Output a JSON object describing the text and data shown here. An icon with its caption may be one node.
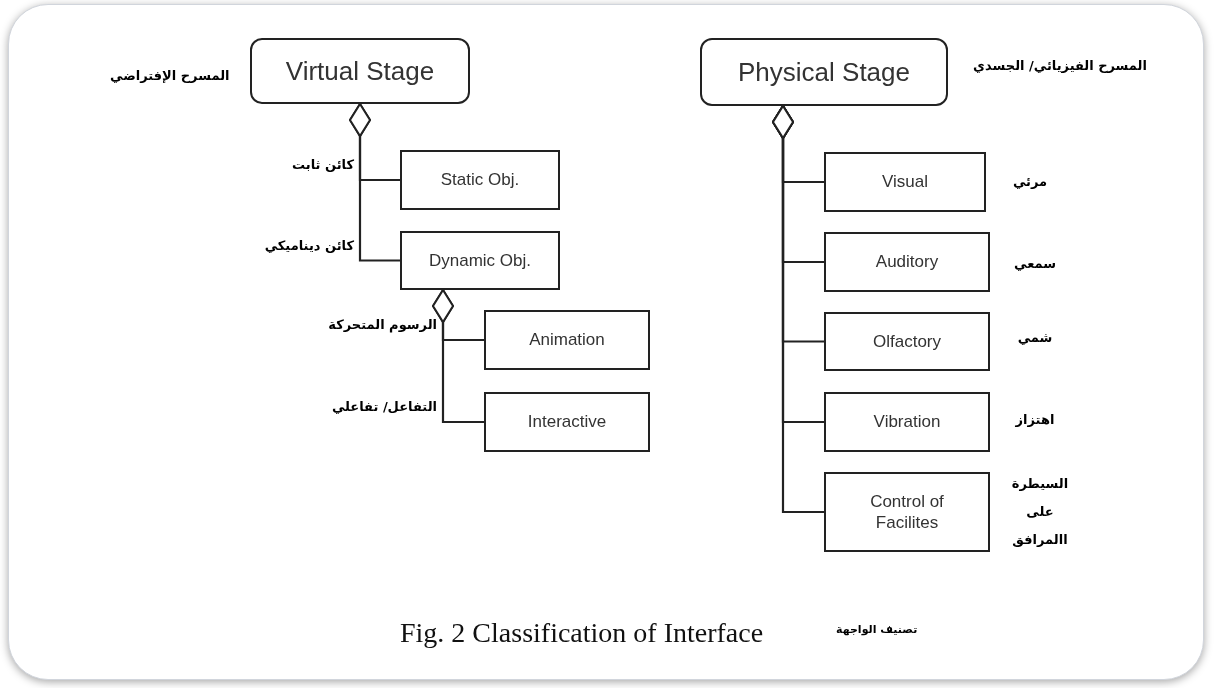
{
  "diagram": {
    "caption": "Fig. 2 Classification of Interface",
    "nodes": [
      {
        "text": [
          "Virtual Stage"
        ],
        "beside": [
          "المسرح الإفتراضي"
        ]
      },
      {
        "text": [
          "Static Obj."
        ]
      },
      {
        "text": [
          "Dynamic Obj."
        ]
      },
      {
        "text": [
          "Animation"
        ]
      },
      {
        "text": [
          "Interactive"
        ]
      },
      {
        "text": [
          "Physical Stage"
        ],
        "beside": [
          "المسرح الفيزيائي/ الجسدي"
        ]
      },
      {
        "text": [
          "Visual"
        ],
        "beside": [
          "مرئي"
        ]
      },
      {
        "text": [
          "Auditory"
        ],
        "beside": [
          "سمعي"
        ]
      },
      {
        "text": [
          "Olfactory"
        ],
        "beside": [
          "شمي"
        ]
      },
      {
        "text": [
          "Vibration"
        ],
        "beside": [
          "اهتزاز"
        ]
      },
      {
        "text": [
          "Control of Facilites"
        ],
        "beside": [
          "السيطرة على االمرافق"
        ]
      }
    ],
    "edges": [
      {
        "from": 0,
        "to": 1,
        "arrow": "other",
        "label": "كائن ثابت"
      },
      {
        "from": 0,
        "to": 2,
        "arrow": "other",
        "label": "كائن ديناميكي"
      },
      {
        "from": 2,
        "to": 3,
        "arrow": "other",
        "label": "الرسوم المتحركة"
      },
      {
        "from": 2,
        "to": 4,
        "arrow": "other",
        "label": "التفاعل/ تفاعلي"
      },
      {
        "from": 5,
        "to": 6,
        "arrow": "other"
      },
      {
        "from": 5,
        "to": 7,
        "arrow": "other"
      },
      {
        "from": 5,
        "to": 8,
        "arrow": "other"
      },
      {
        "from": 5,
        "to": 9,
        "arrow": "other"
      },
      {
        "from": 5,
        "to": 10,
        "arrow": "other"
      }
    ],
    "labels": [
      "تصنيف الواجهة"
    ]
  }
}
